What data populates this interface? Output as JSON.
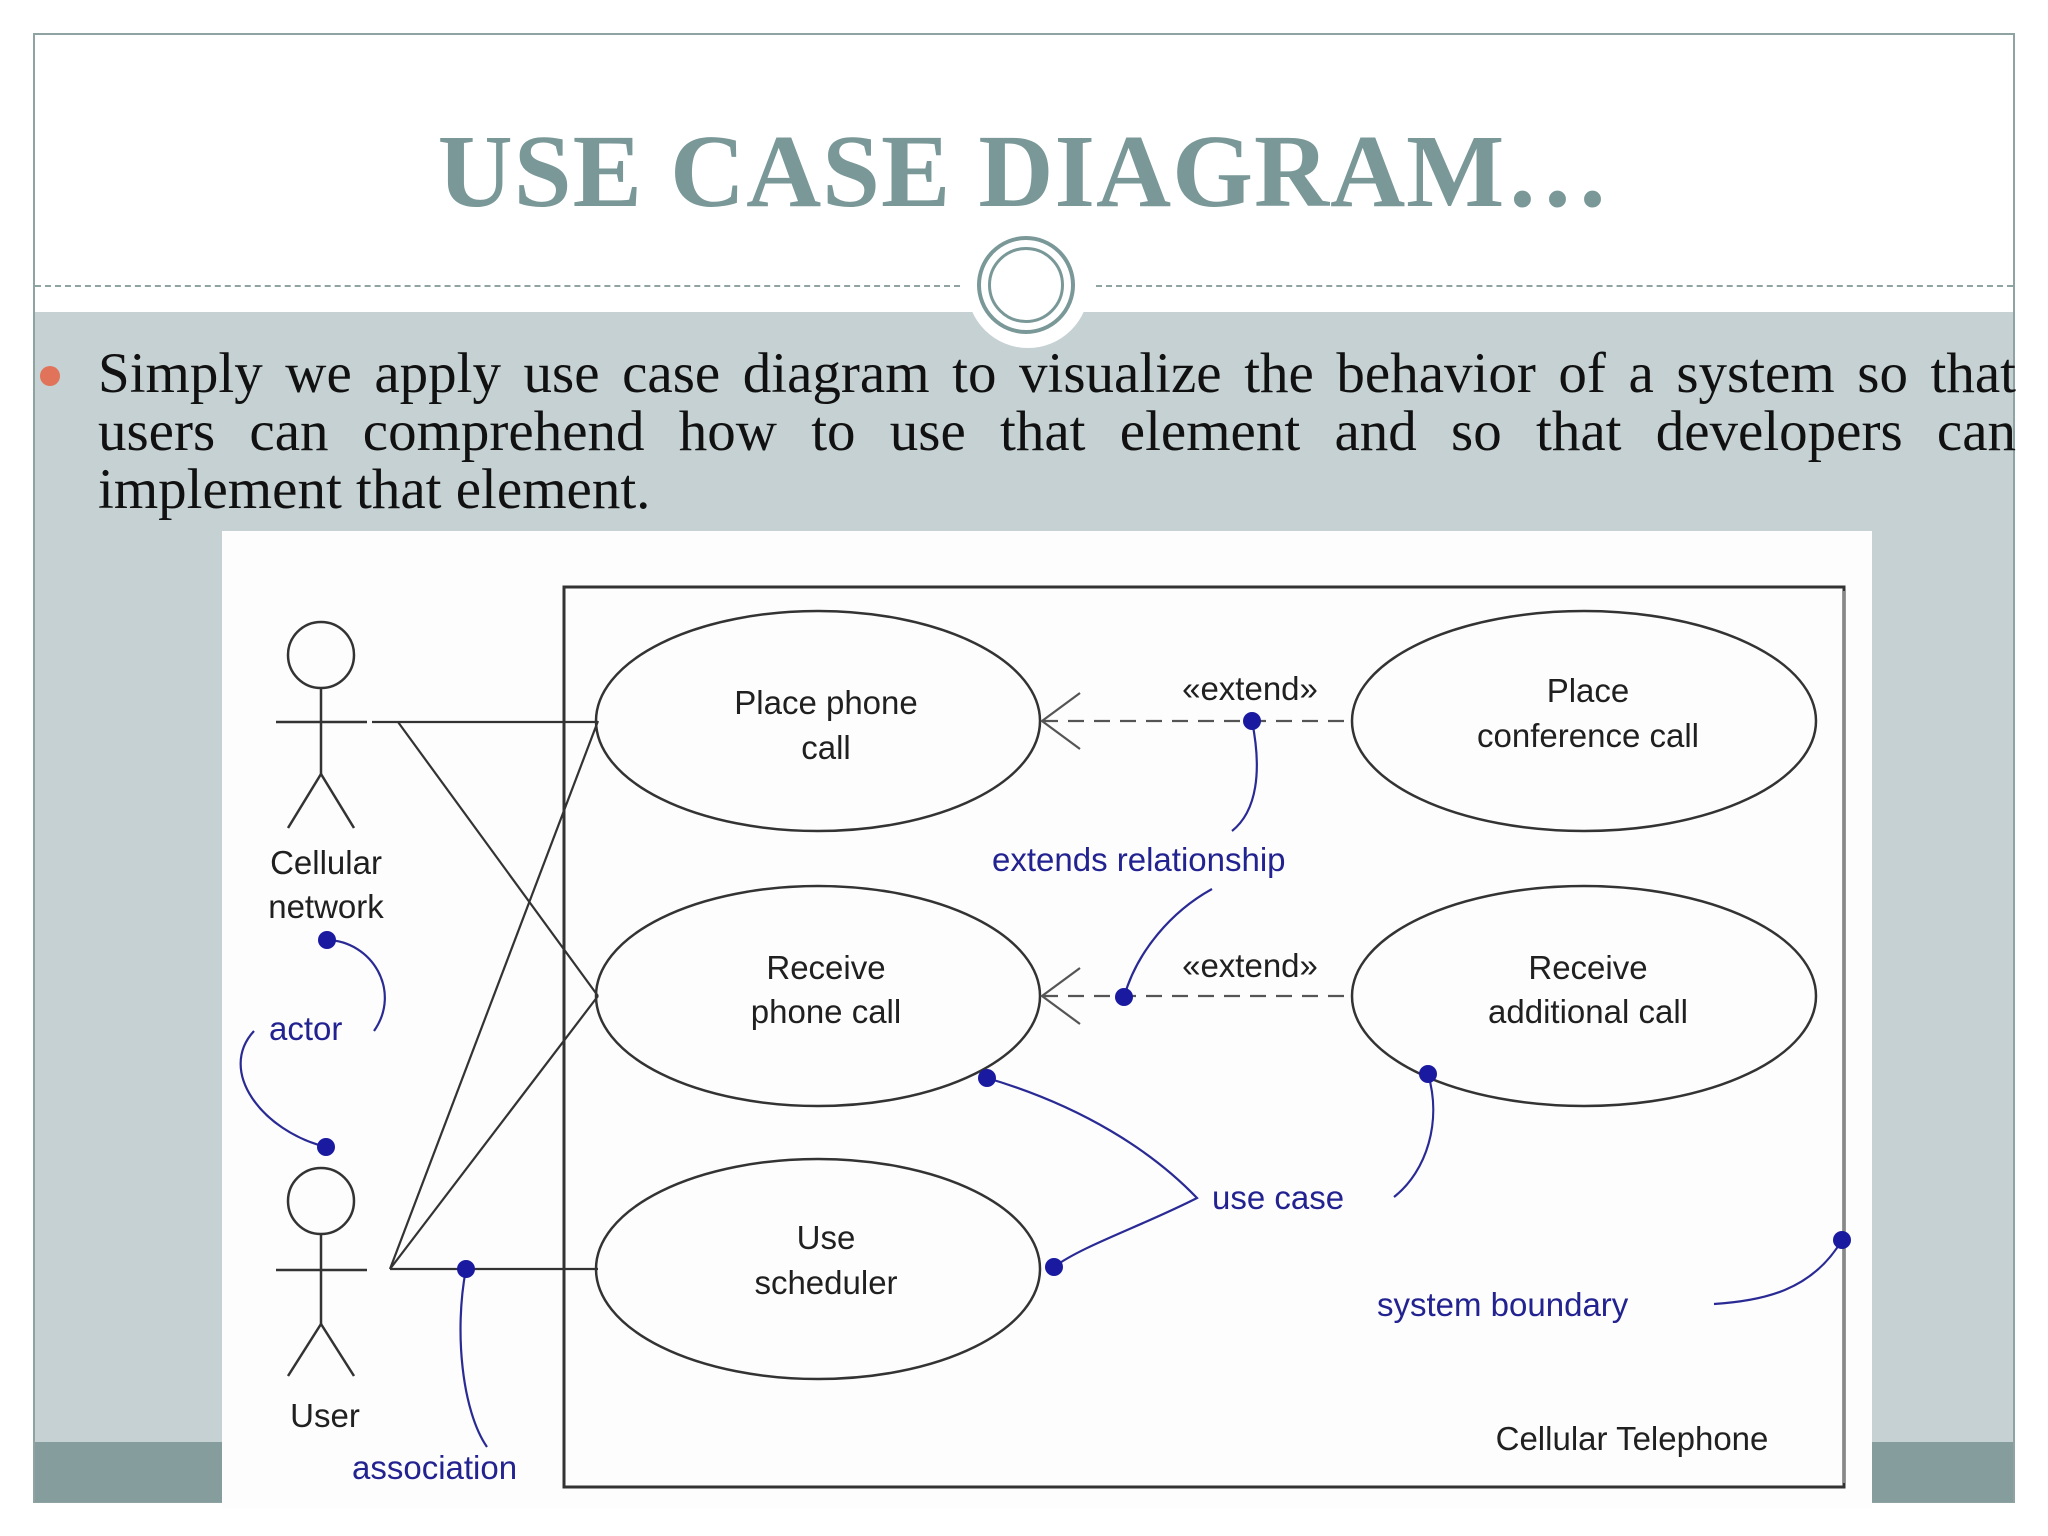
{
  "title": "USE CASE DIAGRAM…",
  "bullet": "Simply we apply use case diagram to visualize the behavior of a system so that users can comprehend how to use that element and so that developers can implement that element.",
  "diagram": {
    "boundary_label": "Cellular Telephone",
    "actors": {
      "network": [
        "Cellular",
        "network"
      ],
      "user": "User"
    },
    "use_cases": {
      "place_call": [
        "Place phone",
        "call"
      ],
      "receive_call": [
        "Receive",
        "phone call"
      ],
      "scheduler": [
        "Use",
        "scheduler"
      ],
      "conference": [
        "Place",
        "conference call"
      ],
      "additional": [
        "Receive",
        "additional call"
      ]
    },
    "extend_label_top": "«extend»",
    "extend_label_mid": "«extend»",
    "annotations": {
      "extends": "extends relationship",
      "actor": "actor",
      "use_case": "use case",
      "system_boundary": "system boundary",
      "association": "association"
    },
    "colors": {
      "title": "#7a9898",
      "background": "#c5d1d3",
      "bullet": "#e0735a",
      "annotation": "#222290"
    }
  }
}
